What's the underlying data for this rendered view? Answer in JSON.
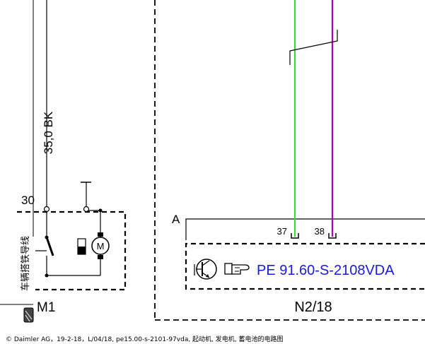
{
  "wire_bk": "35,0 BK",
  "terminal_30": "30",
  "ground_text": "车辆搭铁导线",
  "motor_glyph": "M",
  "component_m1": "M1",
  "bus_label": "A",
  "pin_green": "37",
  "pin_purple": "38",
  "ref_text": "PE 91.60-S-2108VDA",
  "component_n2": "N2/18",
  "footer": "© Daimler AG，19-2-18，L/04/18, pe15.00-s-2101-97vda, 起动机, 发电机, 蓄电池的电路图",
  "icons": {
    "transistor": "transistor-icon",
    "pointing_hand": "pointing-hand-icon",
    "motor": "motor-icon",
    "ground": "ground-icon"
  },
  "colors": {
    "wire_green": "#33dd33",
    "wire_purple": "#b000b0",
    "ref_blue": "#1a1adc"
  }
}
